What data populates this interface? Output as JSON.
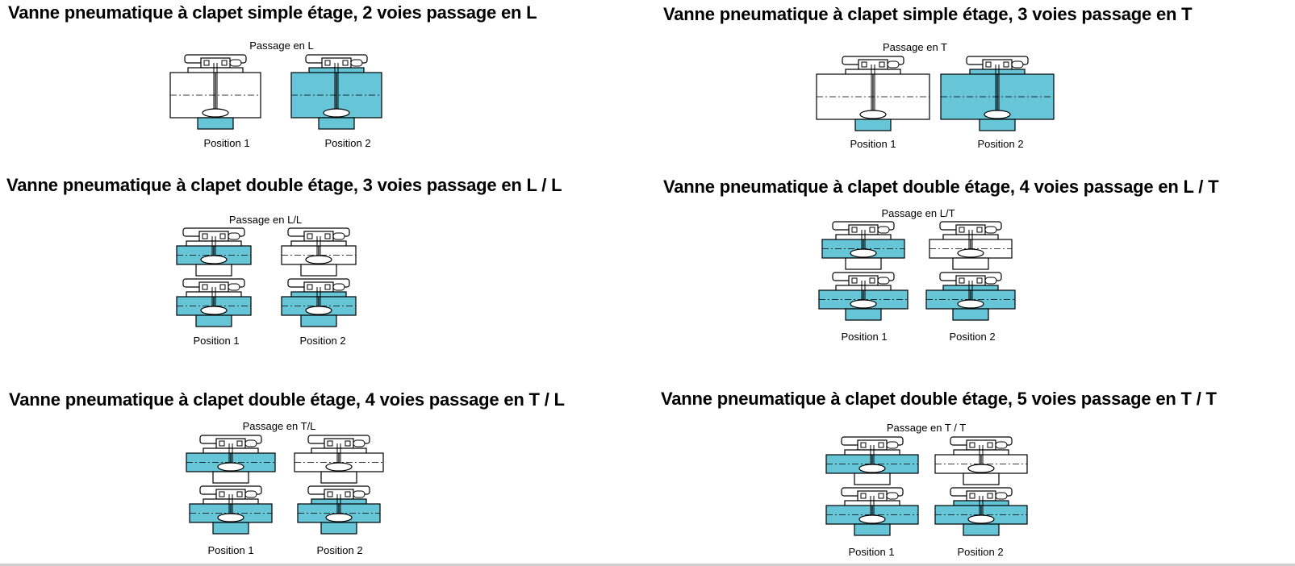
{
  "colors": {
    "fluid": "#66c5d6",
    "stroke": "#000000",
    "background": "#ffffff"
  },
  "panels": [
    {
      "id": "p1",
      "title": "Vanne pneumatique à clapet simple étage, 2 voies passage en L",
      "passage": "Passage en L",
      "positions": [
        "Position 1",
        "Position 2"
      ],
      "stages": 1
    },
    {
      "id": "p2",
      "title": "Vanne pneumatique à clapet simple étage, 3 voies passage en T",
      "passage": "Passage en T",
      "positions": [
        "Position 1",
        "Position 2"
      ],
      "stages": 1
    },
    {
      "id": "p3",
      "title": "Vanne pneumatique à clapet double étage, 3 voies passage en L / L",
      "passage": "Passage en L/L",
      "positions": [
        "Position 1",
        "Position 2"
      ],
      "stages": 2
    },
    {
      "id": "p4",
      "title": "Vanne pneumatique à clapet double étage, 4 voies passage en L / T",
      "passage": "Passage en L/T",
      "positions": [
        "Position 1",
        "Position 2"
      ],
      "stages": 2
    },
    {
      "id": "p5",
      "title": "Vanne pneumatique à clapet double étage, 4 voies passage en T / L",
      "passage": "Passage en T/L",
      "positions": [
        "Position 1",
        "Position 2"
      ],
      "stages": 2
    },
    {
      "id": "p6",
      "title": "Vanne pneumatique à clapet double étage, 5 voies passage en T / T",
      "passage": "Passage en T / T",
      "positions": [
        "Position 1",
        "Position 2"
      ],
      "stages": 2
    }
  ]
}
